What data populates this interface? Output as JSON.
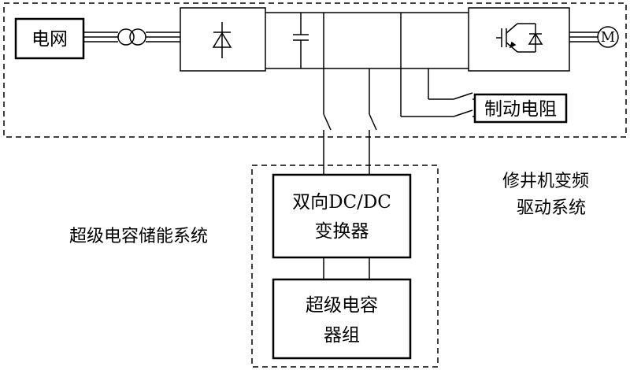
{
  "blocks": {
    "grid": "电网",
    "brake_resistor": "制动电阻",
    "converter_line1": "双向DC/DC",
    "converter_line2": "变换器",
    "supercap_line1": "超级电容",
    "supercap_line2": "器组",
    "motor_symbol": "M"
  },
  "regions": {
    "vfd_line1": "修井机变频",
    "vfd_line2": "驱动系统",
    "storage": "超级电容储能系统"
  },
  "components": {
    "transformer": "transformer-icon",
    "rectifier": "diode-icon",
    "dc_link_capacitor": "capacitor-icon",
    "inverter": "igbt-icon",
    "motor": "motor-icon",
    "switch": "switch-icon"
  },
  "colors": {
    "line": "#000000",
    "background": "#ffffff"
  }
}
